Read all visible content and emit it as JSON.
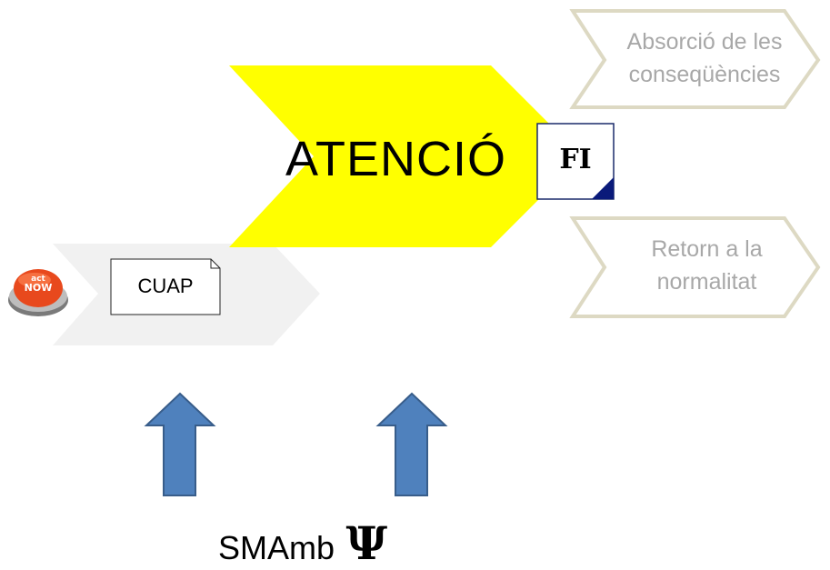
{
  "top_right_box": {
    "line1": "Absorció de les",
    "line2": "conseqüències"
  },
  "bottom_right_box": {
    "line1": "Retorn a la",
    "line2": "normalitat"
  },
  "center_arrow": {
    "label": "ATENCIÓ",
    "fill_color": "#ffff00"
  },
  "fi_box": {
    "label": "FI",
    "corner_color": "#0a1a7a"
  },
  "left_arrow": {
    "label": "CUAP",
    "fill_color": "#f1f1f1"
  },
  "act_now_button": {
    "line1": "act",
    "line2": "NOW"
  },
  "bottom_caption": {
    "text": "SMAmb",
    "symbol": "Ψ"
  },
  "up_arrows": {
    "fill_color": "#4f81bd",
    "stroke_color": "#385d8a"
  },
  "chevron_outline_color": "#ddd9c3"
}
